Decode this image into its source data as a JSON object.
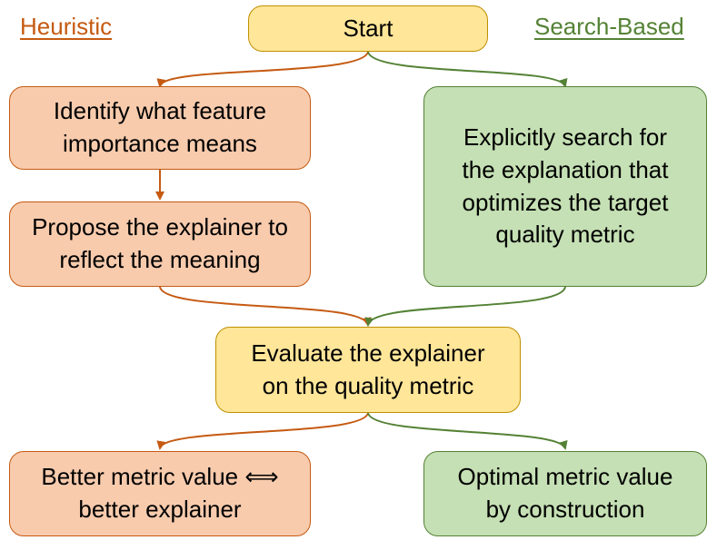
{
  "labels": {
    "left": "Heuristic",
    "right": "Search-Based"
  },
  "nodes": {
    "start": "Start",
    "identify": "Identify what feature importance means",
    "propose": "Propose the explainer to reflect the meaning",
    "search": "Explicitly search for the explanation that optimizes the target quality metric",
    "evaluate": "Evaluate the explainer on the quality metric",
    "better": "Better metric value ⟺ better explainer",
    "optimal": "Optimal metric value by construction"
  },
  "colors": {
    "heuristic_fill": "#f8cbad",
    "heuristic_stroke": "#c55a11",
    "search_fill": "#c5e0b4",
    "search_stroke": "#548235",
    "neutral_fill": "#ffe699",
    "neutral_stroke": "#bf9000"
  }
}
